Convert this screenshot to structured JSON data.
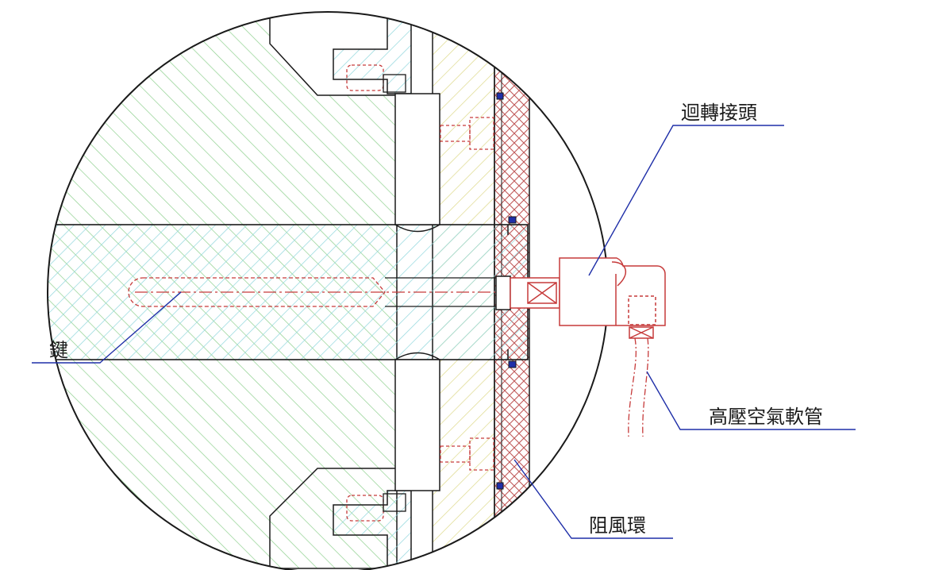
{
  "labels": {
    "rotary_joint": "迴轉接頭",
    "key": "鍵",
    "high_pressure_air_hose": "高壓空氣軟管",
    "wind_ring": "阻風環"
  },
  "colors": {
    "outline": "#1a1a1a",
    "green_hatch": "#8ed08e",
    "cyan_hatch": "#8fd6dc",
    "yellow_hatch": "#ddd98a",
    "red_crosshatch": "#c05a5a",
    "red_line": "#c63a3a",
    "leader": "#1f2fa8",
    "seal": "#1f2fa8"
  }
}
